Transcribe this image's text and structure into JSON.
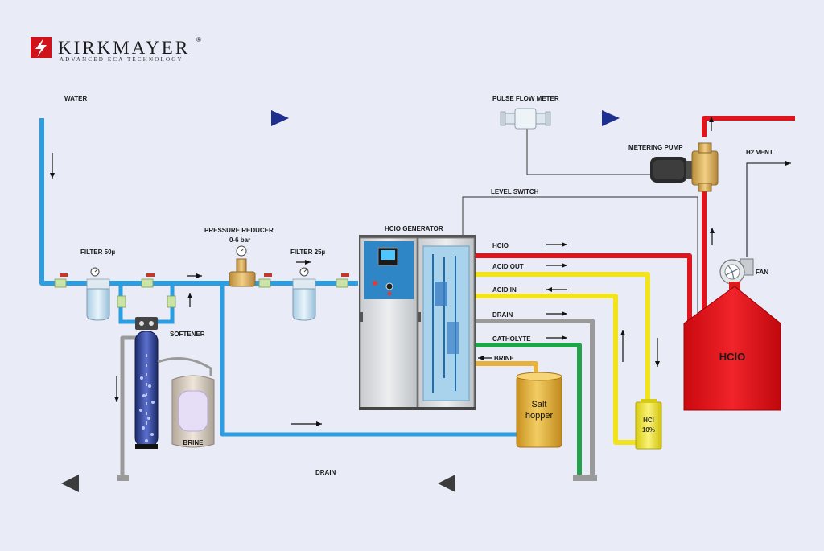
{
  "logo": {
    "name": "KIRKMAYER",
    "registered": "®",
    "tagline": "ADVANCED ECA TECHNOLOGY"
  },
  "labels": {
    "water": "WATER",
    "pulse_flow_meter": "PULSE FLOW METER",
    "metering_pump": "METERING PUMP",
    "h2_vent": "H2 VENT",
    "level_switch": "LEVEL SWITCH",
    "hcio_generator": "HClO GENERATOR",
    "pressure_reducer": "PRESSURE REDUCER",
    "pressure_range": "0-6 bar",
    "filter_50": "FILTER 50µ",
    "filter_25": "FILTER 25µ",
    "softener": "SOFTENER",
    "brine_tank": "BRINE",
    "fan": "FAN",
    "hcio_tank": "HClO",
    "drain": "DRAIN"
  },
  "lines": {
    "hcio": "HClO",
    "acid_out": "ACID OUT",
    "acid_in": "ACID IN",
    "drain": "DRAIN",
    "catholyte": "CATHOLYTE",
    "brine": "BRINE"
  },
  "salt_hopper": {
    "line1": "Salt",
    "line2": "hopper"
  },
  "hcl_tank": {
    "line1": "HCl",
    "line2": "10%"
  },
  "colors": {
    "background": "#e9ebf7",
    "water_pipe": "#2a9ee0",
    "hcio_pipe": "#e0141c",
    "acid_pipe": "#f2e31a",
    "drain_pipe": "#9a9a9a",
    "catholyte_pipe": "#22a24a",
    "brine_pipe": "#e8b23a",
    "hcio_tank": "#e2161c",
    "hopper": "#e2b23c"
  }
}
